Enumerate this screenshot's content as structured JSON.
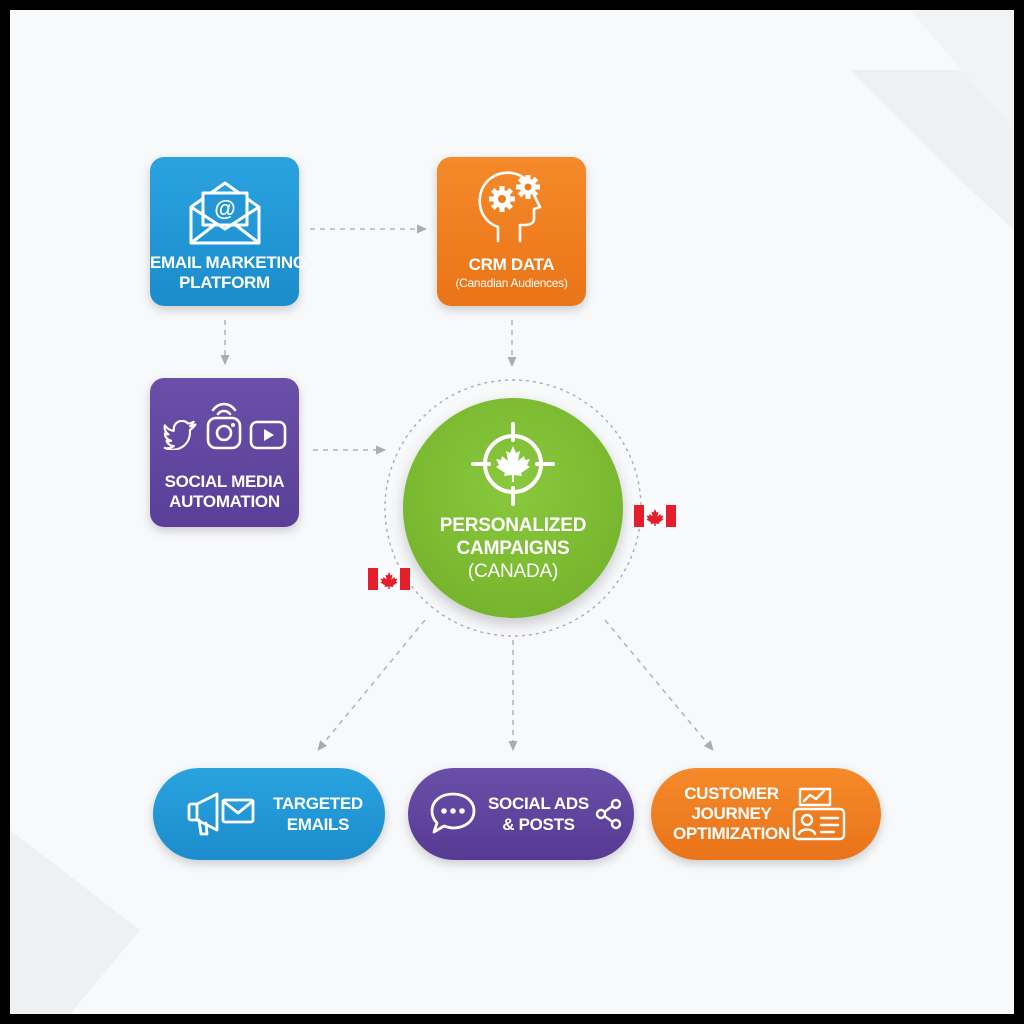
{
  "nodes": {
    "email_platform": {
      "lines": [
        "EMAIL MARKETING",
        "PLATFORM"
      ],
      "icon": "email-at-icon",
      "color": "#1b8ccc"
    },
    "crm": {
      "title": "CRM DATA",
      "subtitle": "(Canadian Audiences)",
      "icon": "head-gears-icon",
      "color": "#ea7418"
    },
    "social_automation": {
      "lines": [
        "SOCIAL MEDIA",
        "AUTOMATION"
      ],
      "icons": [
        "twitter-bird-icon",
        "instagram-camera-icon",
        "play-button-icon"
      ],
      "color": "#5a3f98"
    },
    "hub": {
      "lines": [
        "PERSONALIZED",
        "CAMPAIGNS"
      ],
      "sub": "(CANADA)",
      "icon": "target-maple-leaf-icon",
      "color": "#78b52e"
    }
  },
  "outputs": {
    "targeted_emails": {
      "lines": [
        "TARGETED",
        "EMAILS"
      ],
      "icon": "megaphone-email-icon"
    },
    "social_ads": {
      "lines": [
        "SOCIAL ADS",
        "& POSTS"
      ],
      "icons": [
        "chat-bubble-icon",
        "share-icon"
      ]
    },
    "journey": {
      "lines": [
        "CUSTOMER",
        "JOURNEY",
        "OPTIMIZATION"
      ],
      "icon": "analytics-profile-card-icon"
    }
  },
  "decor": {
    "flags": [
      "canada-flag-icon",
      "canada-flag-icon"
    ],
    "flag_red": "#e41e2b"
  },
  "edges": [
    [
      "email_platform",
      "crm"
    ],
    [
      "email_platform",
      "social_automation"
    ],
    [
      "crm",
      "hub"
    ],
    [
      "social_automation",
      "hub"
    ],
    [
      "hub",
      "targeted_emails"
    ],
    [
      "hub",
      "social_ads"
    ],
    [
      "hub",
      "journey"
    ]
  ]
}
